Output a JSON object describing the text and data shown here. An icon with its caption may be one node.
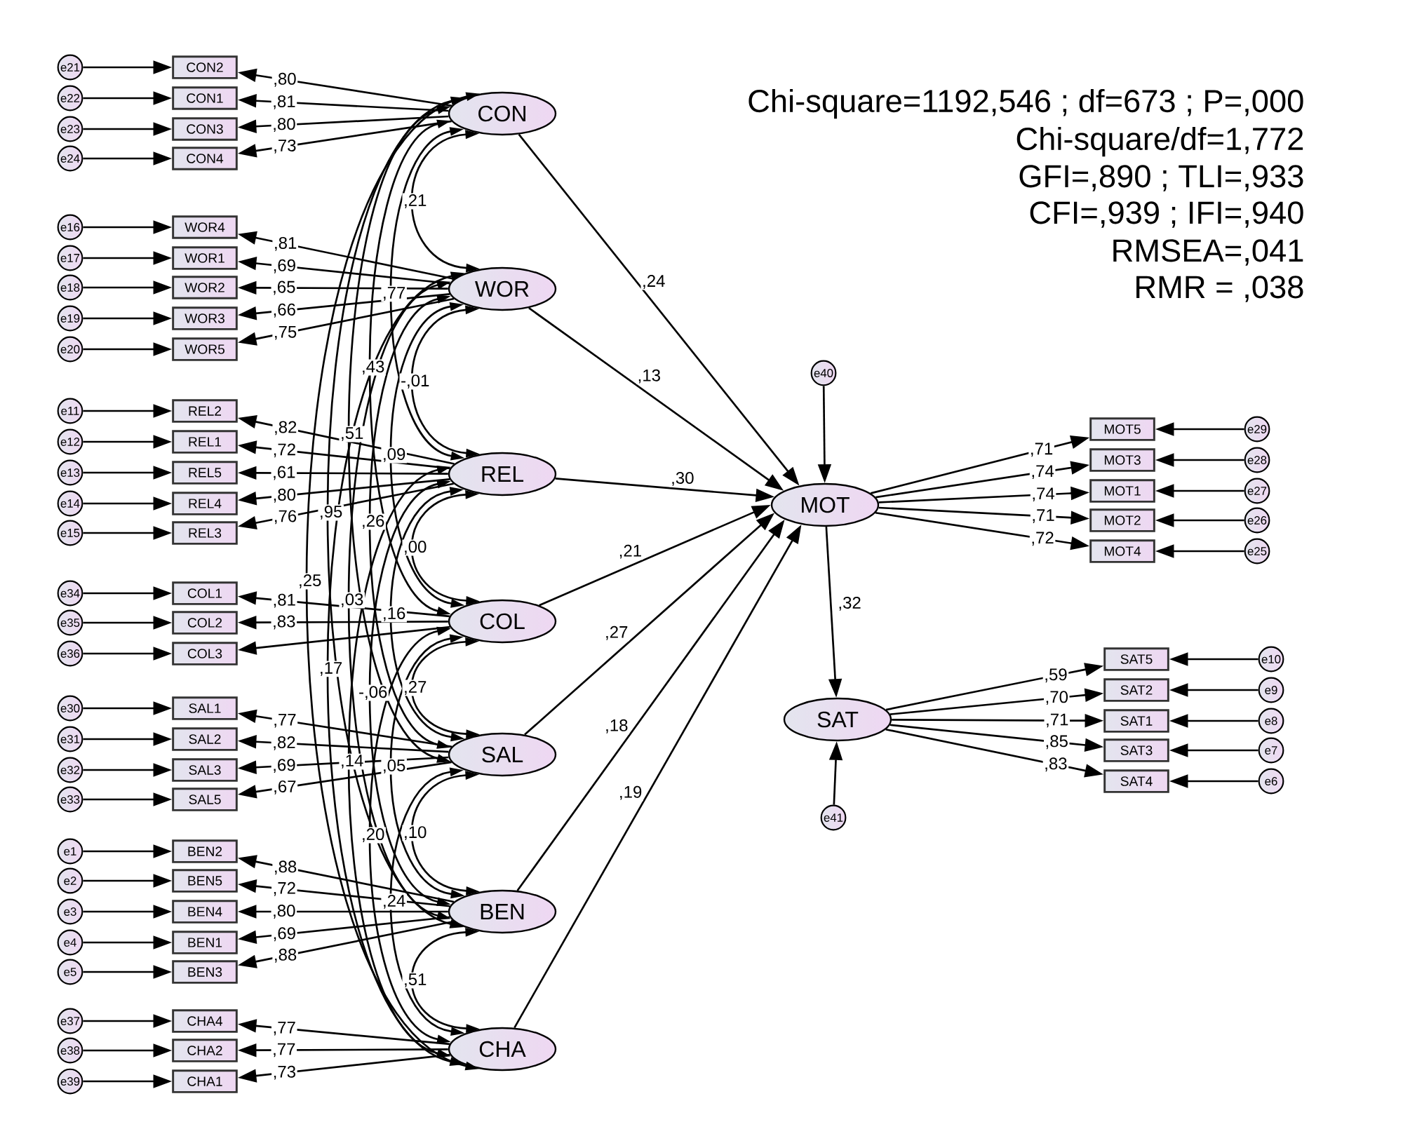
{
  "diagram": {
    "nodes": [
      {
        "text": [
          "CON"
        ]
      },
      {
        "text": [
          "WOR"
        ]
      },
      {
        "text": [
          "REL"
        ]
      },
      {
        "text": [
          "COL"
        ]
      },
      {
        "text": [
          "SAL"
        ]
      },
      {
        "text": [
          "BEN"
        ]
      },
      {
        "text": [
          "CHA"
        ]
      },
      {
        "text": [
          "MOT"
        ]
      },
      {
        "text": [
          "SAT"
        ]
      },
      {
        "text": [
          "CON2"
        ]
      },
      {
        "text": [
          "CON1"
        ]
      },
      {
        "text": [
          "CON3"
        ]
      },
      {
        "text": [
          "CON4"
        ]
      },
      {
        "text": [
          "WOR4"
        ]
      },
      {
        "text": [
          "WOR1"
        ]
      },
      {
        "text": [
          "WOR2"
        ]
      },
      {
        "text": [
          "WOR3"
        ]
      },
      {
        "text": [
          "WOR5"
        ]
      },
      {
        "text": [
          "REL2"
        ]
      },
      {
        "text": [
          "REL1"
        ]
      },
      {
        "text": [
          "REL5"
        ]
      },
      {
        "text": [
          "REL4"
        ]
      },
      {
        "text": [
          "REL3"
        ]
      },
      {
        "text": [
          "COL1"
        ]
      },
      {
        "text": [
          "COL2"
        ]
      },
      {
        "text": [
          "COL3"
        ]
      },
      {
        "text": [
          "SAL1"
        ]
      },
      {
        "text": [
          "SAL2"
        ]
      },
      {
        "text": [
          "SAL3"
        ]
      },
      {
        "text": [
          "SAL5"
        ]
      },
      {
        "text": [
          "BEN2"
        ]
      },
      {
        "text": [
          "BEN5"
        ]
      },
      {
        "text": [
          "BEN4"
        ]
      },
      {
        "text": [
          "BEN1"
        ]
      },
      {
        "text": [
          "BEN3"
        ]
      },
      {
        "text": [
          "CHA4"
        ]
      },
      {
        "text": [
          "CHA2"
        ]
      },
      {
        "text": [
          "CHA1"
        ]
      },
      {
        "text": [
          "MOT5"
        ]
      },
      {
        "text": [
          "MOT3"
        ]
      },
      {
        "text": [
          "MOT1"
        ]
      },
      {
        "text": [
          "MOT2"
        ]
      },
      {
        "text": [
          "MOT4"
        ]
      },
      {
        "text": [
          "SAT5"
        ]
      },
      {
        "text": [
          "SAT2"
        ]
      },
      {
        "text": [
          "SAT1"
        ]
      },
      {
        "text": [
          "SAT3"
        ]
      },
      {
        "text": [
          "SAT4"
        ]
      },
      {
        "text": [
          "e21"
        ]
      },
      {
        "text": [
          "e22"
        ]
      },
      {
        "text": [
          "e23"
        ]
      },
      {
        "text": [
          "e24"
        ]
      },
      {
        "text": [
          "e16"
        ]
      },
      {
        "text": [
          "e17"
        ]
      },
      {
        "text": [
          "e18"
        ]
      },
      {
        "text": [
          "e19"
        ]
      },
      {
        "text": [
          "e20"
        ]
      },
      {
        "text": [
          "e11"
        ]
      },
      {
        "text": [
          "e12"
        ]
      },
      {
        "text": [
          "e13"
        ]
      },
      {
        "text": [
          "e14"
        ]
      },
      {
        "text": [
          "e15"
        ]
      },
      {
        "text": [
          "e34"
        ]
      },
      {
        "text": [
          "e35"
        ]
      },
      {
        "text": [
          "e36"
        ]
      },
      {
        "text": [
          "e30"
        ]
      },
      {
        "text": [
          "e31"
        ]
      },
      {
        "text": [
          "e32"
        ]
      },
      {
        "text": [
          "e33"
        ]
      },
      {
        "text": [
          "e1"
        ]
      },
      {
        "text": [
          "e2"
        ]
      },
      {
        "text": [
          "e3"
        ]
      },
      {
        "text": [
          "e4"
        ]
      },
      {
        "text": [
          "e5"
        ]
      },
      {
        "text": [
          "e37"
        ]
      },
      {
        "text": [
          "e38"
        ]
      },
      {
        "text": [
          "e39"
        ]
      },
      {
        "text": [
          "e29"
        ]
      },
      {
        "text": [
          "e28"
        ]
      },
      {
        "text": [
          "e27"
        ]
      },
      {
        "text": [
          "e26"
        ]
      },
      {
        "text": [
          "e25"
        ]
      },
      {
        "text": [
          "e10"
        ]
      },
      {
        "text": [
          "e9"
        ]
      },
      {
        "text": [
          "e8"
        ]
      },
      {
        "text": [
          "e7"
        ]
      },
      {
        "text": [
          "e6"
        ]
      },
      {
        "text": [
          "e40"
        ]
      },
      {
        "text": [
          "e41"
        ]
      }
    ],
    "edges": [
      {
        "from": 48,
        "to": 9,
        "arrow": "to"
      },
      {
        "from": 49,
        "to": 10,
        "arrow": "to"
      },
      {
        "from": 50,
        "to": 11,
        "arrow": "to"
      },
      {
        "from": 51,
        "to": 12,
        "arrow": "to"
      },
      {
        "from": 52,
        "to": 13,
        "arrow": "to"
      },
      {
        "from": 53,
        "to": 14,
        "arrow": "to"
      },
      {
        "from": 54,
        "to": 15,
        "arrow": "to"
      },
      {
        "from": 55,
        "to": 16,
        "arrow": "to"
      },
      {
        "from": 56,
        "to": 17,
        "arrow": "to"
      },
      {
        "from": 57,
        "to": 18,
        "arrow": "to"
      },
      {
        "from": 58,
        "to": 19,
        "arrow": "to"
      },
      {
        "from": 59,
        "to": 20,
        "arrow": "to"
      },
      {
        "from": 60,
        "to": 21,
        "arrow": "to"
      },
      {
        "from": 61,
        "to": 22,
        "arrow": "to"
      },
      {
        "from": 62,
        "to": 23,
        "arrow": "to"
      },
      {
        "from": 63,
        "to": 24,
        "arrow": "to"
      },
      {
        "from": 64,
        "to": 25,
        "arrow": "to"
      },
      {
        "from": 65,
        "to": 26,
        "arrow": "to"
      },
      {
        "from": 66,
        "to": 27,
        "arrow": "to"
      },
      {
        "from": 67,
        "to": 28,
        "arrow": "to"
      },
      {
        "from": 68,
        "to": 29,
        "arrow": "to"
      },
      {
        "from": 69,
        "to": 30,
        "arrow": "to"
      },
      {
        "from": 70,
        "to": 31,
        "arrow": "to"
      },
      {
        "from": 71,
        "to": 32,
        "arrow": "to"
      },
      {
        "from": 72,
        "to": 33,
        "arrow": "to"
      },
      {
        "from": 73,
        "to": 34,
        "arrow": "to"
      },
      {
        "from": 74,
        "to": 35,
        "arrow": "to"
      },
      {
        "from": 75,
        "to": 36,
        "arrow": "to"
      },
      {
        "from": 76,
        "to": 37,
        "arrow": "to"
      },
      {
        "from": 77,
        "to": 38,
        "arrow": "to"
      },
      {
        "from": 78,
        "to": 39,
        "arrow": "to"
      },
      {
        "from": 79,
        "to": 40,
        "arrow": "to"
      },
      {
        "from": 80,
        "to": 41,
        "arrow": "to"
      },
      {
        "from": 81,
        "to": 42,
        "arrow": "to"
      },
      {
        "from": 82,
        "to": 43,
        "arrow": "to"
      },
      {
        "from": 83,
        "to": 44,
        "arrow": "to"
      },
      {
        "from": 84,
        "to": 45,
        "arrow": "to"
      },
      {
        "from": 85,
        "to": 46,
        "arrow": "to"
      },
      {
        "from": 86,
        "to": 47,
        "arrow": "to"
      },
      {
        "from": 0,
        "to": 9,
        "arrow": "to",
        "label": ",80"
      },
      {
        "from": 0,
        "to": 10,
        "arrow": "to",
        "label": ",81"
      },
      {
        "from": 0,
        "to": 11,
        "arrow": "to",
        "label": ",80"
      },
      {
        "from": 0,
        "to": 12,
        "arrow": "to",
        "label": ",73"
      },
      {
        "from": 1,
        "to": 13,
        "arrow": "to",
        "label": ",81"
      },
      {
        "from": 1,
        "to": 14,
        "arrow": "to",
        "label": ",69"
      },
      {
        "from": 1,
        "to": 15,
        "arrow": "to",
        "label": ",65"
      },
      {
        "from": 1,
        "to": 16,
        "arrow": "to",
        "label": ",66"
      },
      {
        "from": 1,
        "to": 17,
        "arrow": "to",
        "label": ",75"
      },
      {
        "from": 2,
        "to": 18,
        "arrow": "to",
        "label": ",82"
      },
      {
        "from": 2,
        "to": 19,
        "arrow": "to",
        "label": ",72"
      },
      {
        "from": 2,
        "to": 20,
        "arrow": "to",
        "label": ",61"
      },
      {
        "from": 2,
        "to": 21,
        "arrow": "to",
        "label": ",80"
      },
      {
        "from": 2,
        "to": 22,
        "arrow": "to",
        "label": ",76"
      },
      {
        "from": 3,
        "to": 23,
        "arrow": "to",
        "label": ",81"
      },
      {
        "from": 3,
        "to": 24,
        "arrow": "to",
        "label": ",83"
      },
      {
        "from": 3,
        "to": 25,
        "arrow": "to"
      },
      {
        "from": 4,
        "to": 26,
        "arrow": "to",
        "label": ",77"
      },
      {
        "from": 4,
        "to": 27,
        "arrow": "to",
        "label": ",82"
      },
      {
        "from": 4,
        "to": 28,
        "arrow": "to",
        "label": ",69"
      },
      {
        "from": 4,
        "to": 29,
        "arrow": "to",
        "label": ",67"
      },
      {
        "from": 5,
        "to": 30,
        "arrow": "to",
        "label": ",88"
      },
      {
        "from": 5,
        "to": 31,
        "arrow": "to",
        "label": ",72"
      },
      {
        "from": 5,
        "to": 32,
        "arrow": "to",
        "label": ",80"
      },
      {
        "from": 5,
        "to": 33,
        "arrow": "to",
        "label": ",69"
      },
      {
        "from": 5,
        "to": 34,
        "arrow": "to",
        "label": ",88"
      },
      {
        "from": 6,
        "to": 35,
        "arrow": "to",
        "label": ",77"
      },
      {
        "from": 6,
        "to": 36,
        "arrow": "to",
        "label": ",77"
      },
      {
        "from": 6,
        "to": 37,
        "arrow": "to",
        "label": ",73"
      },
      {
        "from": 7,
        "to": 38,
        "arrow": "to",
        "label": ",71"
      },
      {
        "from": 7,
        "to": 39,
        "arrow": "to",
        "label": ",74"
      },
      {
        "from": 7,
        "to": 40,
        "arrow": "to",
        "label": ",74"
      },
      {
        "from": 7,
        "to": 41,
        "arrow": "to",
        "label": ",71"
      },
      {
        "from": 7,
        "to": 42,
        "arrow": "to",
        "label": ",72"
      },
      {
        "from": 8,
        "to": 43,
        "arrow": "to",
        "label": ",59"
      },
      {
        "from": 8,
        "to": 44,
        "arrow": "to",
        "label": ",70"
      },
      {
        "from": 8,
        "to": 45,
        "arrow": "to",
        "label": ",71"
      },
      {
        "from": 8,
        "to": 46,
        "arrow": "to",
        "label": ",85"
      },
      {
        "from": 8,
        "to": 47,
        "arrow": "to",
        "label": ",83"
      },
      {
        "from": 0,
        "to": 7,
        "arrow": "to",
        "label": ",24"
      },
      {
        "from": 1,
        "to": 7,
        "arrow": "to",
        "label": ",13"
      },
      {
        "from": 2,
        "to": 7,
        "arrow": "to",
        "label": ",30"
      },
      {
        "from": 3,
        "to": 7,
        "arrow": "to",
        "label": ",21"
      },
      {
        "from": 4,
        "to": 7,
        "arrow": "to",
        "label": ",27"
      },
      {
        "from": 5,
        "to": 7,
        "arrow": "to",
        "label": ",18"
      },
      {
        "from": 6,
        "to": 7,
        "arrow": "to",
        "label": ",19"
      },
      {
        "from": 7,
        "to": 8,
        "arrow": "to",
        "label": ",32"
      },
      {
        "from": 87,
        "to": 7,
        "arrow": "to"
      },
      {
        "from": 88,
        "to": 8,
        "arrow": "to"
      },
      {
        "from": 0,
        "to": 1,
        "arrow": "both",
        "label": ",21"
      },
      {
        "from": 0,
        "to": 2,
        "arrow": "both",
        "label": ",77"
      },
      {
        "from": 0,
        "to": 3,
        "arrow": "both",
        "label": ",43"
      },
      {
        "from": 1,
        "to": 2,
        "arrow": "both",
        "label": "-,01"
      },
      {
        "from": 0,
        "to": 4,
        "arrow": "both",
        "label": ",51"
      },
      {
        "from": 1,
        "to": 3,
        "arrow": "both",
        "label": ",09"
      },
      {
        "from": 0,
        "to": 5,
        "arrow": "both",
        "label": ",95"
      },
      {
        "from": 1,
        "to": 4,
        "arrow": "both",
        "label": ",26"
      },
      {
        "from": 2,
        "to": 3,
        "arrow": "both",
        "label": ",00"
      },
      {
        "from": 0,
        "to": 6,
        "arrow": "both",
        "label": ",25"
      },
      {
        "from": 1,
        "to": 5,
        "arrow": "both",
        "label": ",03"
      },
      {
        "from": 2,
        "to": 4,
        "arrow": "both",
        "label": ",16"
      },
      {
        "from": 1,
        "to": 6,
        "arrow": "both",
        "label": ",17"
      },
      {
        "from": 2,
        "to": 5,
        "arrow": "both",
        "label": "-,06"
      },
      {
        "from": 3,
        "to": 4,
        "arrow": "both",
        "label": ",27"
      },
      {
        "from": 2,
        "to": 6,
        "arrow": "both",
        "label": ",14"
      },
      {
        "from": 3,
        "to": 5,
        "arrow": "both",
        "label": ",05"
      },
      {
        "from": 3,
        "to": 6,
        "arrow": "both",
        "label": ",20"
      },
      {
        "from": 4,
        "to": 5,
        "arrow": "both",
        "label": ",10"
      },
      {
        "from": 4,
        "to": 6,
        "arrow": "both",
        "label": ",24"
      },
      {
        "from": 5,
        "to": 6,
        "arrow": "both",
        "label": ",51"
      }
    ],
    "labels": [
      "Chi-square=1192,546 ; df=673 ; P=,000",
      "Chi-square/df=1,772",
      "GFI=,890 ; TLI=,933",
      "CFI=,939 ; IFI=,940",
      "RMSEA=,041",
      "RMR = ,038"
    ]
  }
}
